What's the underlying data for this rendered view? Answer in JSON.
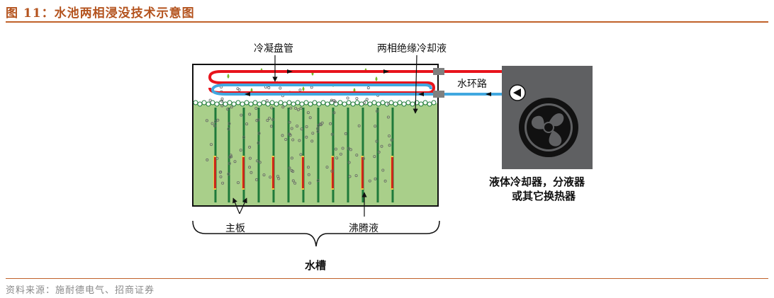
{
  "figure_title": "图 11：水池两相浸没技术示意图",
  "labels": {
    "condenser_coil": "冷凝盘管",
    "two_phase_fluid": "两相绝缘冷却液",
    "water_loop": "水环路",
    "cooler_line1": "液体冷却器，分液器",
    "cooler_line2": "或其它换热器",
    "motherboard": "主板",
    "boiling_fluid": "沸腾液",
    "tank": "水槽"
  },
  "source": "资料来源：施耐德电气、招商证券",
  "colors": {
    "accent": "#c0622a",
    "hot_pipe": "#e8141c",
    "cold_pipe": "#41a8e0",
    "liquid": "#a9cf8a",
    "board": "#1f7a3a",
    "chip": "#c9281c",
    "droplet": "#76b82a",
    "cooler_box": "#5f6062"
  }
}
